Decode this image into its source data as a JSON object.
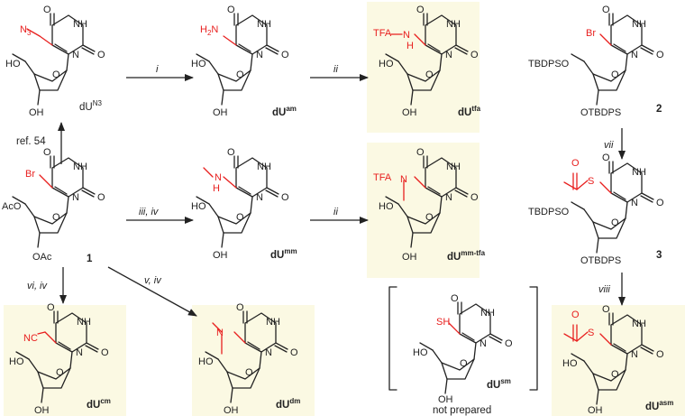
{
  "atoms": {
    "O": "O",
    "NH": "NH",
    "N": "N",
    "H": "H",
    "HO": "HO",
    "OH": "OH",
    "OAc": "OAc",
    "AcO": "AcO",
    "TBDPSO": "TBDPSO",
    "OTBDPS": "OTBDPS",
    "N3": "N",
    "N3_sub": "3",
    "H2N": "H",
    "H2N_sub": "2",
    "H2N_N": "N",
    "Br": "Br",
    "TFA": "TFA",
    "SH": "SH",
    "S": "S",
    "NC": "NC"
  },
  "compounds": {
    "dUN3": {
      "base": "dU",
      "sup": "N3"
    },
    "dUam": {
      "base": "dU",
      "sup": "am"
    },
    "dUtfa": {
      "base": "dU",
      "sup": "tfa"
    },
    "c2": {
      "label": "2"
    },
    "c1": {
      "label": "1"
    },
    "dUmm": {
      "base": "dU",
      "sup": "mm"
    },
    "dUmmtfa": {
      "base": "dU",
      "sup": "mm-tfa"
    },
    "c3": {
      "label": "3"
    },
    "dUcm": {
      "base": "dU",
      "sup": "cm"
    },
    "dUdm": {
      "base": "dU",
      "sup": "dm"
    },
    "dUsm": {
      "base": "dU",
      "sup": "sm"
    },
    "dUasm": {
      "base": "dU",
      "sup": "asm"
    }
  },
  "conditions": {
    "i": "i",
    "ii_top": "ii",
    "ii_mid": "ii",
    "iii_iv": "iii, iv",
    "vi_iv": "vi, iv",
    "v_iv": "v, iv",
    "vii": "vii",
    "viii": "viii",
    "ref": "ref. 54"
  },
  "note": "not prepared",
  "colors": {
    "highlight": "#fbf9e3",
    "substituent": "#e8201f",
    "ink": "#222222"
  }
}
